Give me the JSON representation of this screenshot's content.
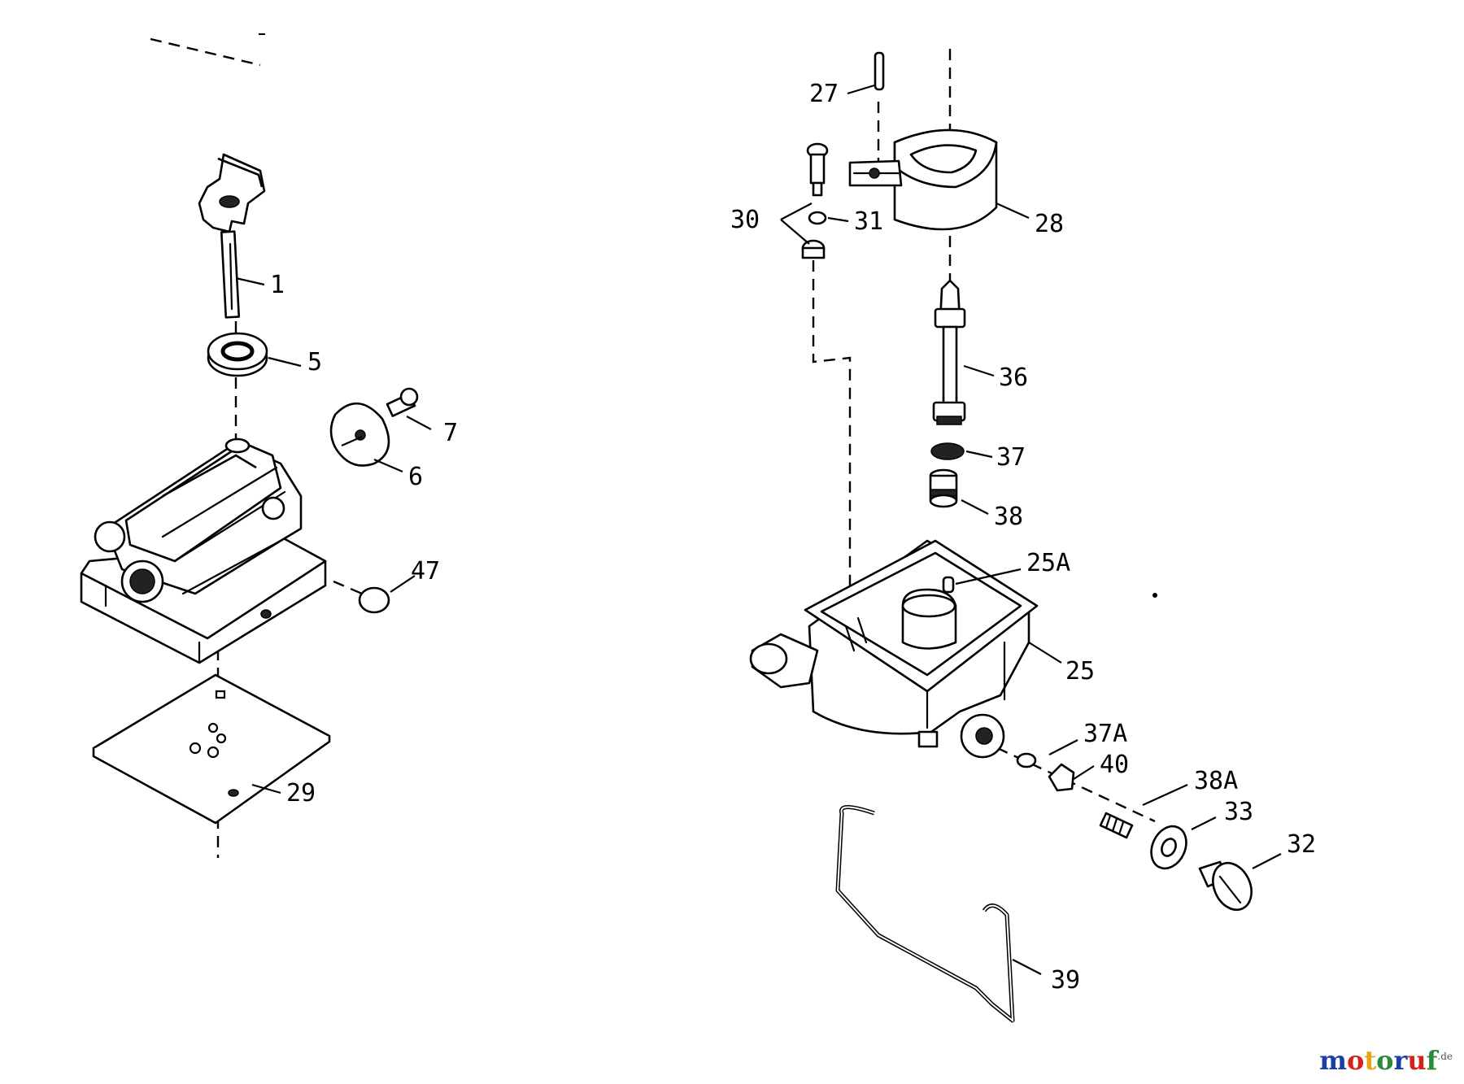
{
  "labels": {
    "p1": "1",
    "p5": "5",
    "p6": "6",
    "p7": "7",
    "p47": "47",
    "p29": "29",
    "p27": "27",
    "p28": "28",
    "p30": "30",
    "p31": "31",
    "p36": "36",
    "p37": "37",
    "p38": "38",
    "p25A": "25A",
    "p25": "25",
    "p37A": "37A",
    "p40": "40",
    "p38A": "38A",
    "p33": "33",
    "p32": "32",
    "p39": "39"
  },
  "watermark": {
    "chars": [
      "m",
      "o",
      "t",
      "o",
      "r",
      "u",
      "f"
    ],
    "suffix": ".de",
    "colors": [
      "#1a3fa8",
      "#d4231c",
      "#e8a412",
      "#2a8a3a",
      "#1a3fa8",
      "#d4231c",
      "#2a8a3a"
    ]
  }
}
